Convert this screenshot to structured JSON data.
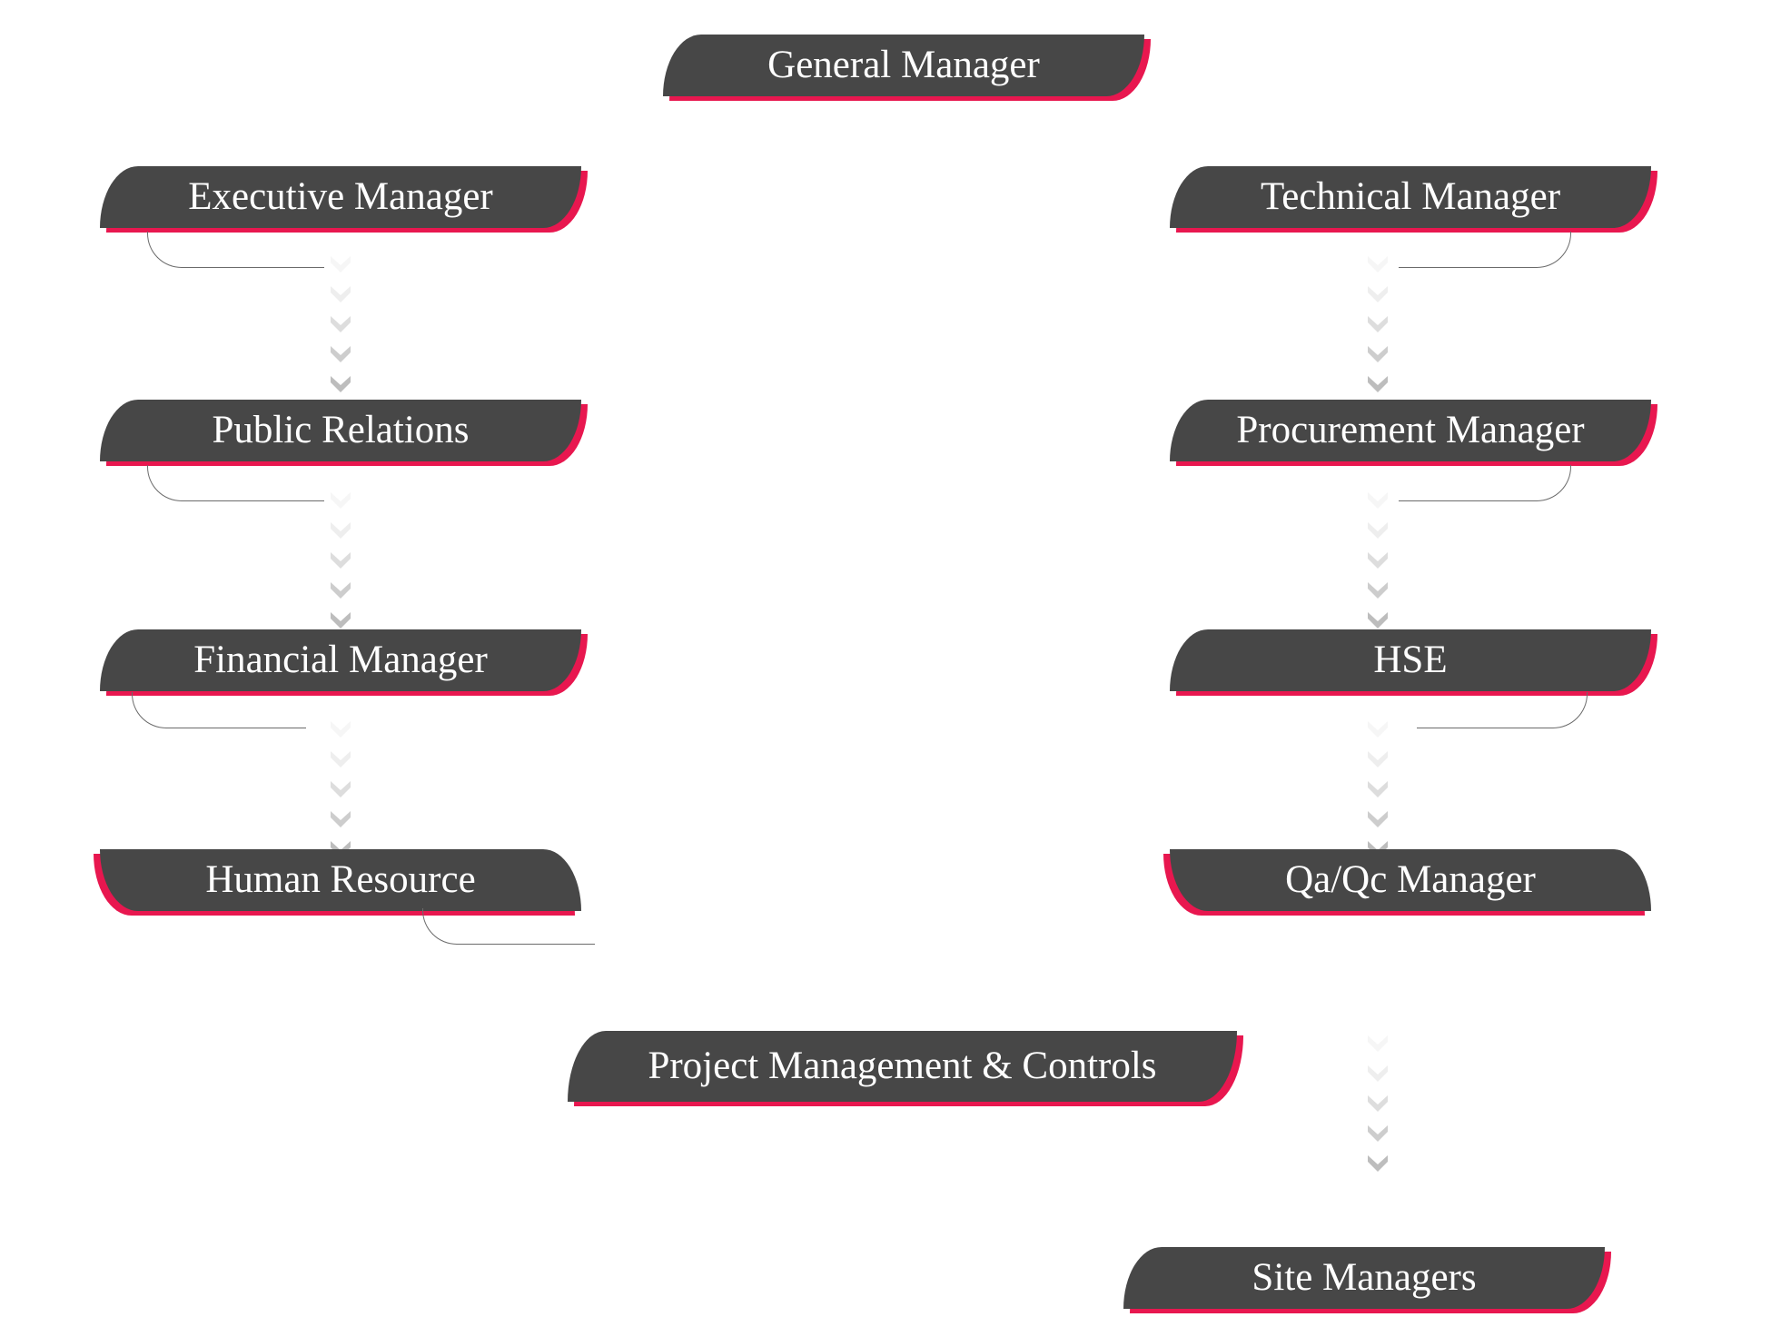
{
  "colors": {
    "box": "#474747",
    "accent": "#e8174f",
    "arrow": "#bdbdbd",
    "line": "#6b6b6b"
  },
  "chart": {
    "general_manager": "General Manager",
    "left_column": [
      "Executive Manager",
      "Public Relations",
      "Financial Manager",
      "Human Resource"
    ],
    "right_column": [
      "Technical Manager",
      "Procurement Manager",
      "HSE",
      "Qa/Qc Manager"
    ],
    "project_management": "Project Management & Controls",
    "site_managers": "Site Managers"
  }
}
